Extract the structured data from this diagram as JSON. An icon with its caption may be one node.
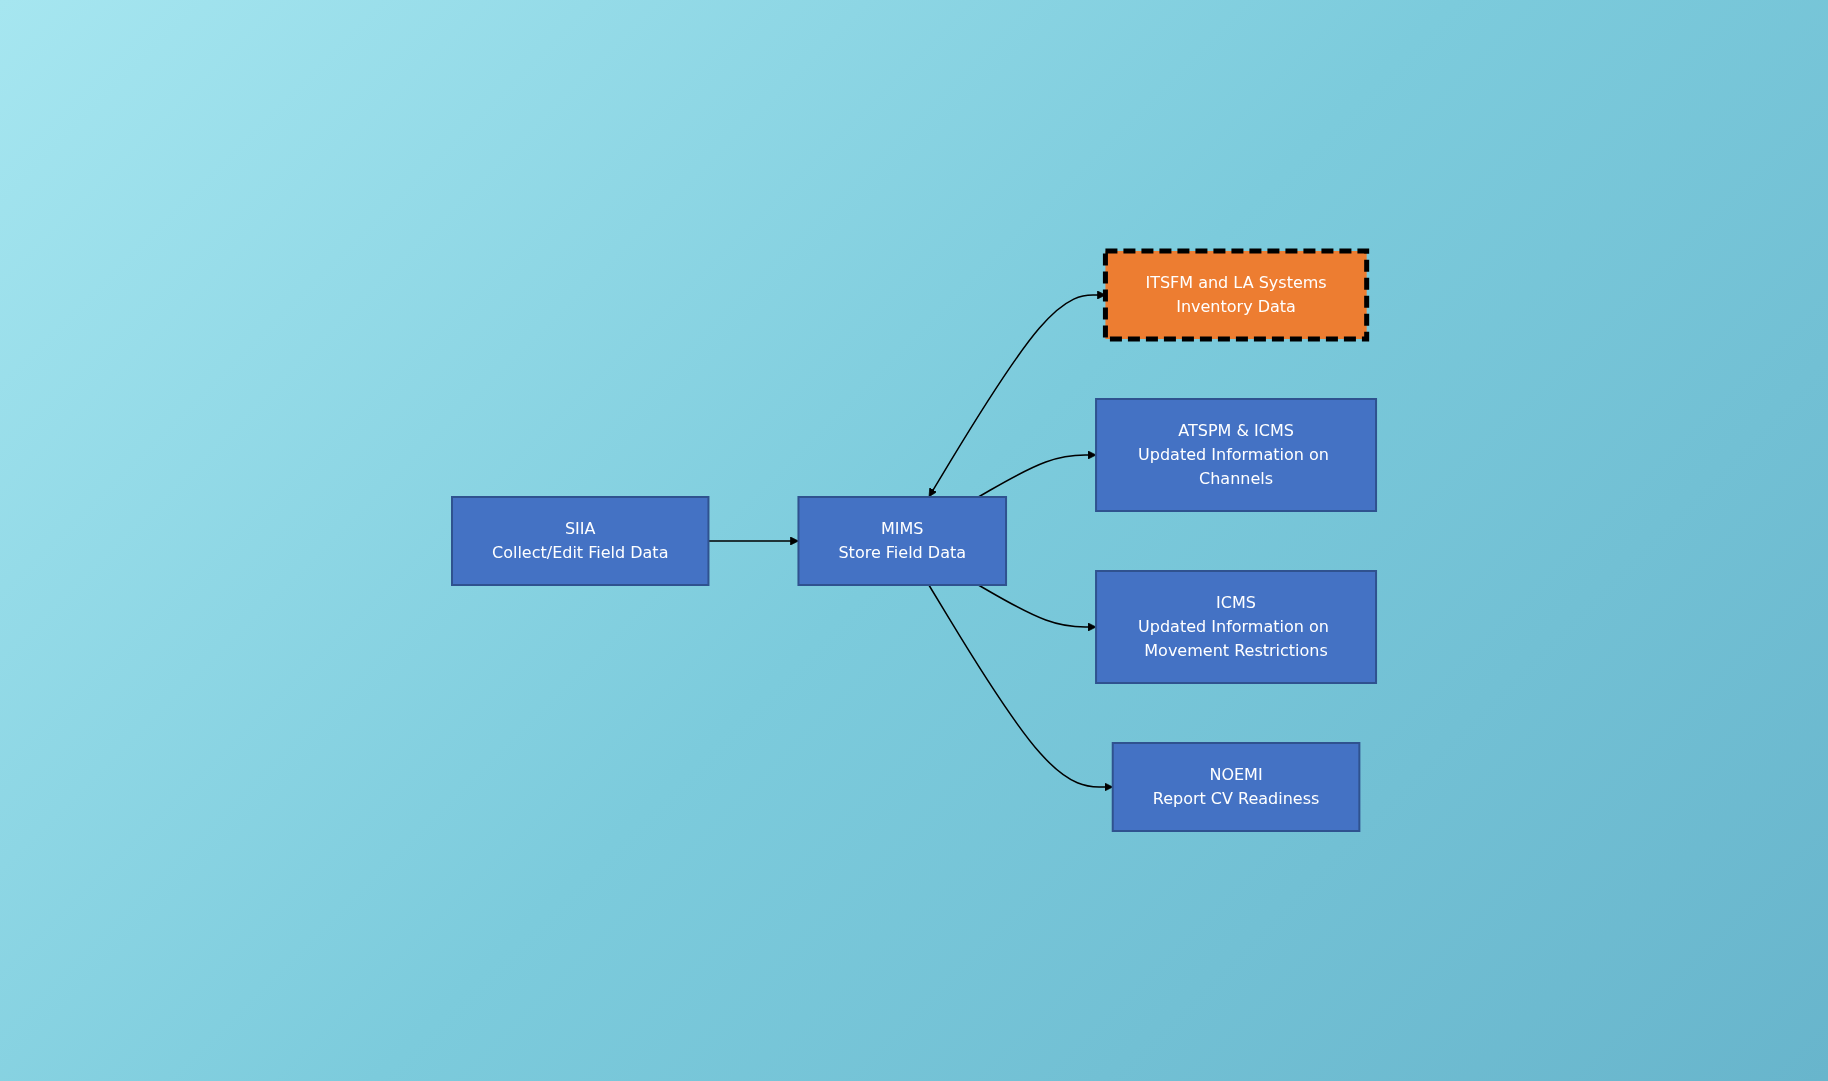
{
  "diagram": {
    "nodes": [
      {
        "text": [
          "SIIA",
          "Collect/Edit Field Data"
        ]
      },
      {
        "text": [
          "MIMS",
          "Store Field Data"
        ]
      },
      {
        "text": [
          "ITSFM and LA Systems",
          "Inventory Data"
        ]
      },
      {
        "text": [
          "ATSPM & ICMS",
          "Updated Information on Channels"
        ]
      },
      {
        "text": [
          "ICMS",
          "Updated Information on Movement Restrictions"
        ]
      },
      {
        "text": [
          "NOEMI",
          "Report CV Readiness"
        ]
      }
    ],
    "edges": [
      {
        "from": 0,
        "to": 1,
        "arrow": "to"
      },
      {
        "from": 1,
        "to": 2,
        "arrow": "both"
      },
      {
        "from": 1,
        "to": 3,
        "arrow": "to"
      },
      {
        "from": 1,
        "to": 4,
        "arrow": "to"
      },
      {
        "from": 1,
        "to": 5,
        "arrow": "to"
      }
    ]
  }
}
